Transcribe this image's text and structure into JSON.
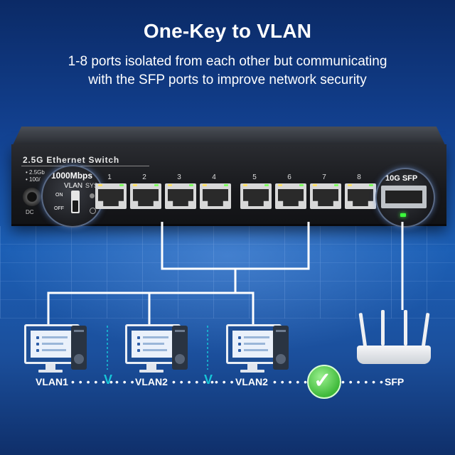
{
  "headline": "One-Key to VLAN",
  "subheadline": {
    "line1": "1-8 ports isolated from each other but communicating",
    "line2": "with the SFP ports to improve network security"
  },
  "switch": {
    "name": "2.5G Ethernet Switch",
    "spec_line1": "• 2.5Gb",
    "spec_line2": "• 100/",
    "dc_label": "DC",
    "magnifier_speed": "1000Mbps",
    "vlan_label": "VLAN",
    "on_label": "ON",
    "off_label": "OFF",
    "sys_label": "SYS",
    "ports": [
      "1",
      "2",
      "3",
      "4",
      "5",
      "6",
      "7",
      "8"
    ],
    "sfp_label": "10G SFP"
  },
  "network": {
    "labels": [
      "VLAN1",
      "VLAN2",
      "VLAN2",
      "SFP"
    ],
    "separator": "V"
  },
  "colors": {
    "accent_cyan": "#16c6d8",
    "check_green": "#3fb93a"
  },
  "icons": [
    "desktop-pc-icon",
    "wifi-router-icon",
    "check-circle-icon",
    "vlan-toggle-icon"
  ]
}
